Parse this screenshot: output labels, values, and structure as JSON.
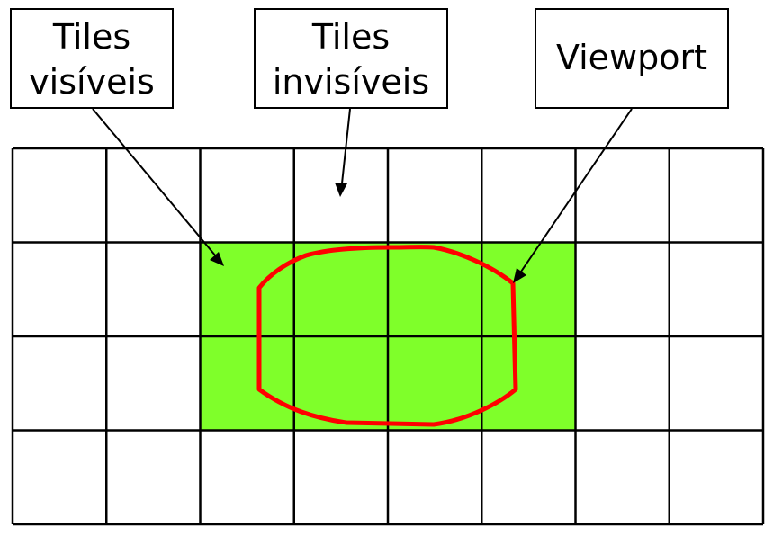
{
  "colors": {
    "visible_tile_fill": "#7fff2a",
    "invisible_tile_fill": "#ffffff",
    "grid": "#000000",
    "viewport": "#ff0000"
  },
  "grid": {
    "rows": 4,
    "cols": 8,
    "visible_tiles": [
      [
        1,
        2
      ],
      [
        1,
        3
      ],
      [
        1,
        4
      ],
      [
        1,
        5
      ],
      [
        2,
        2
      ],
      [
        2,
        3
      ],
      [
        2,
        4
      ],
      [
        2,
        5
      ]
    ]
  },
  "labels": {
    "visible_tiles": {
      "line1": "Tiles",
      "line2": "visíveis"
    },
    "invisible_tiles": {
      "line1": "Tiles",
      "line2": "invisíveis"
    },
    "viewport": {
      "line1": "Viewport"
    }
  }
}
